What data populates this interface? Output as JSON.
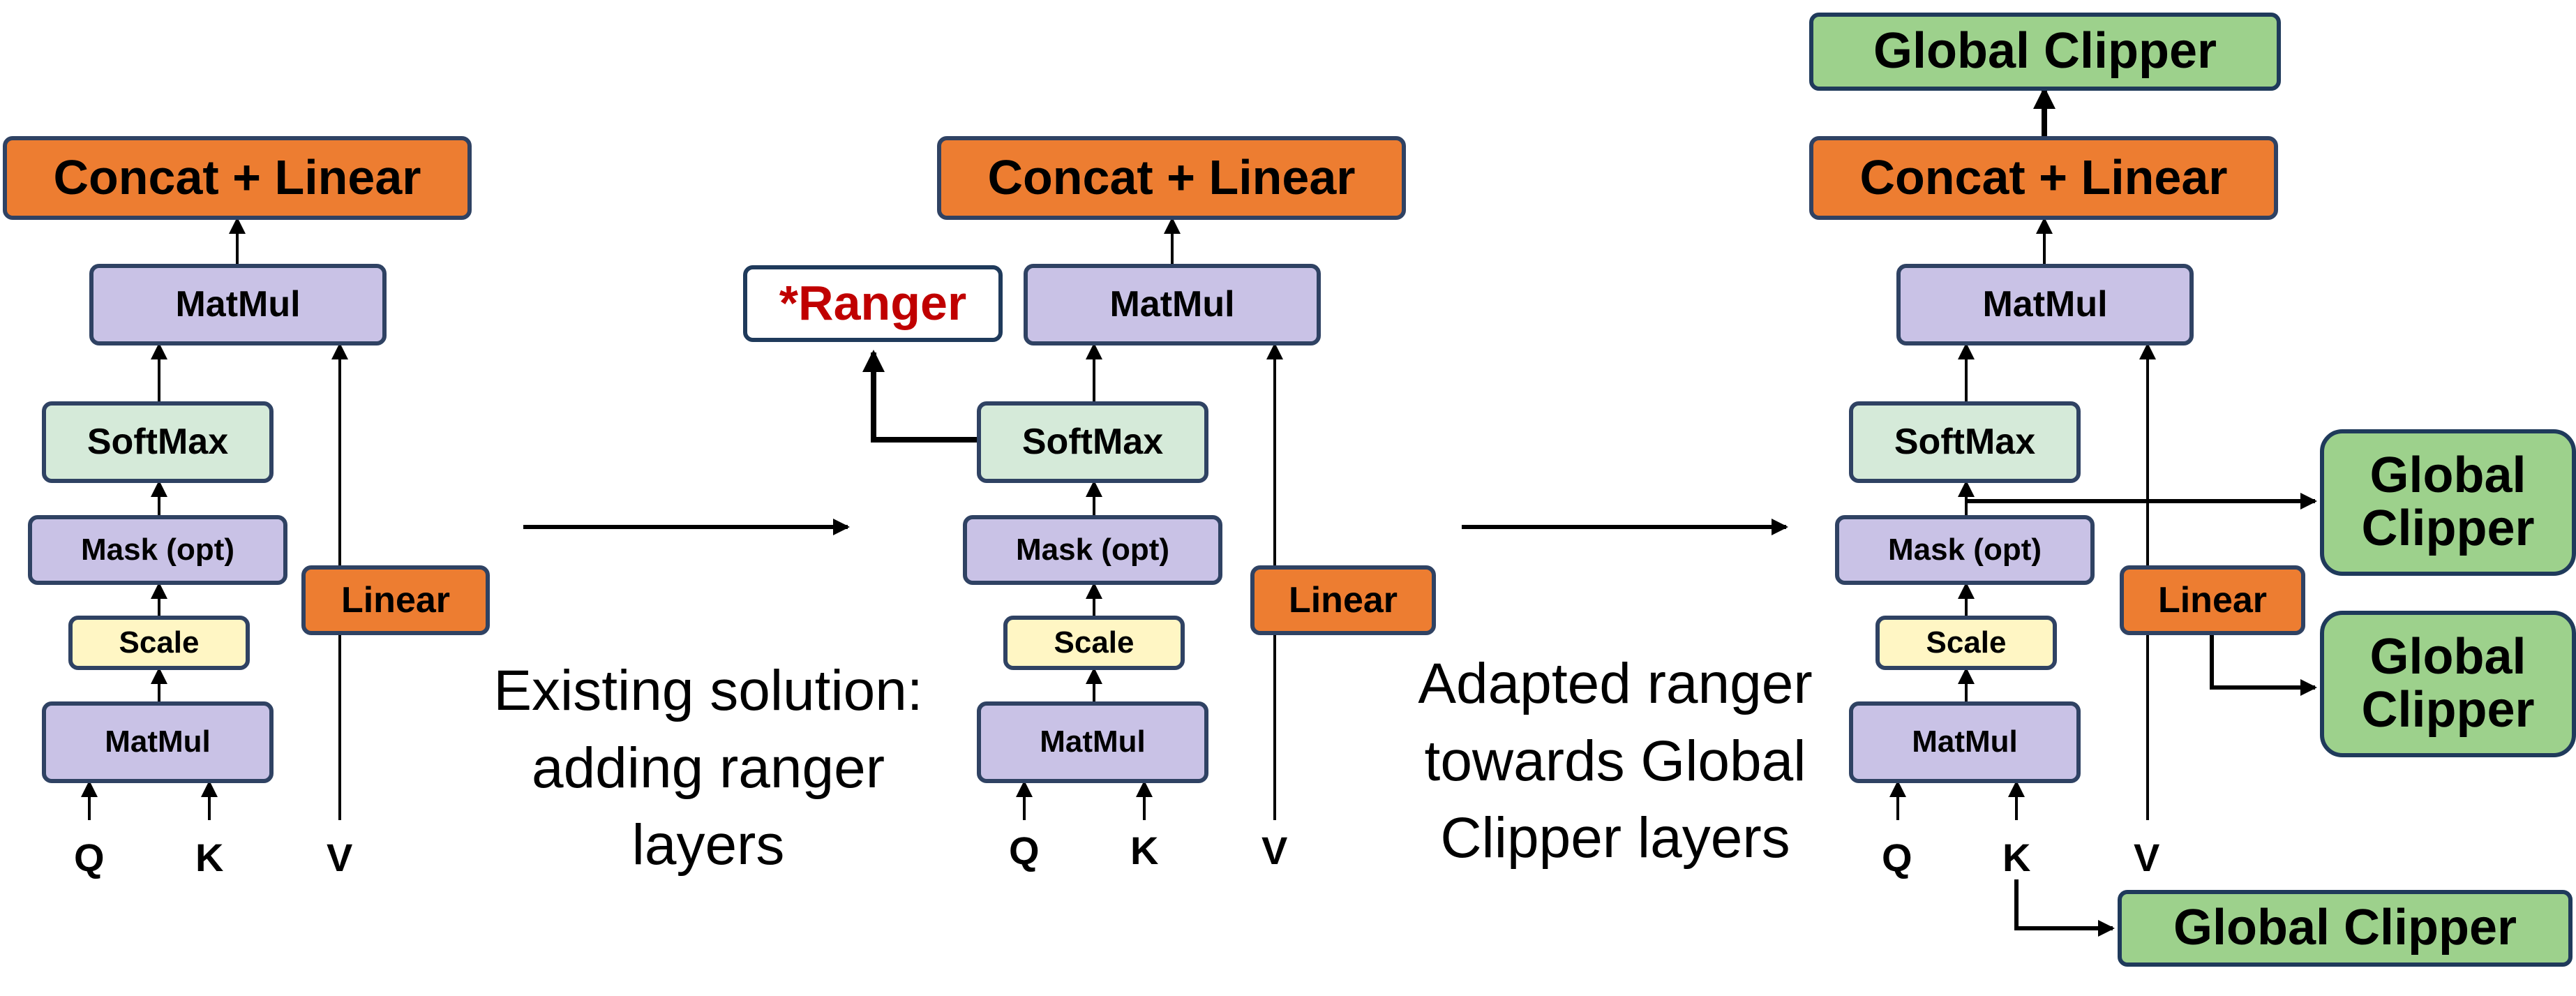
{
  "labels": {
    "concat_linear": "Concat  + Linear",
    "matmul": "MatMul",
    "softmax": "SoftMax",
    "mask": "Mask (opt)",
    "scale": "Scale",
    "linear": "Linear",
    "q": "Q",
    "k": "K",
    "v": "V",
    "ranger": "*Ranger",
    "global_clipper": "Global Clipper",
    "global_clipper_stacked": "Global Clipper"
  },
  "captions": {
    "existing": "Existing solution: adding ranger layers",
    "adapted": "Adapted ranger towards Global Clipper layers"
  },
  "colors": {
    "orange": "#ed7d31",
    "purple": "#c9c2e6",
    "light_green": "#d5ead9",
    "yellow": "#fff6c4",
    "clipper_green": "#9dd18c",
    "ranger_red": "#c00000",
    "border": "#2f4263"
  }
}
